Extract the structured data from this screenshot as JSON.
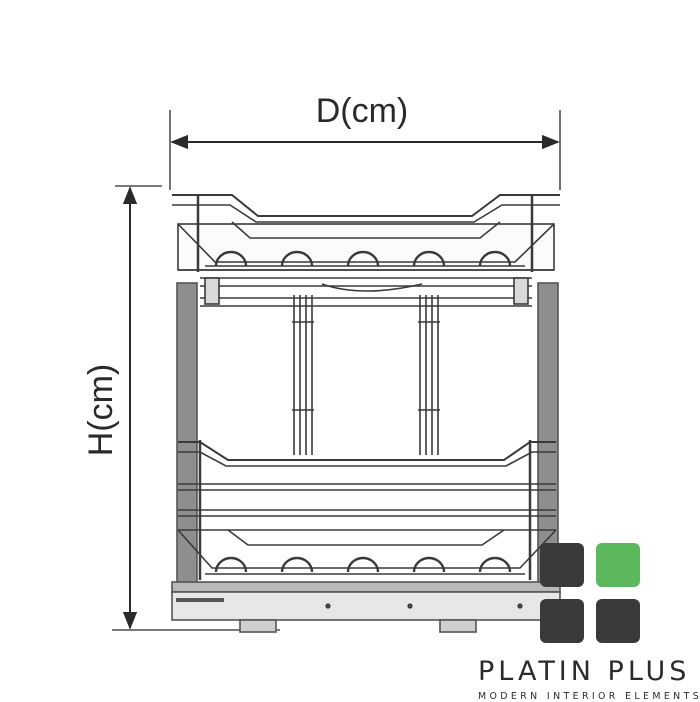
{
  "dimensions": {
    "depth_label": "D(cm)",
    "height_label": "H(cm)"
  },
  "logo": {
    "name": "PLATIN PLUS",
    "tagline": "MODERN INTERIOR ELEMENTS",
    "colors": [
      "#3a3a3a",
      "#5cb85c",
      "#3a3a3a",
      "#3a3a3a"
    ]
  }
}
